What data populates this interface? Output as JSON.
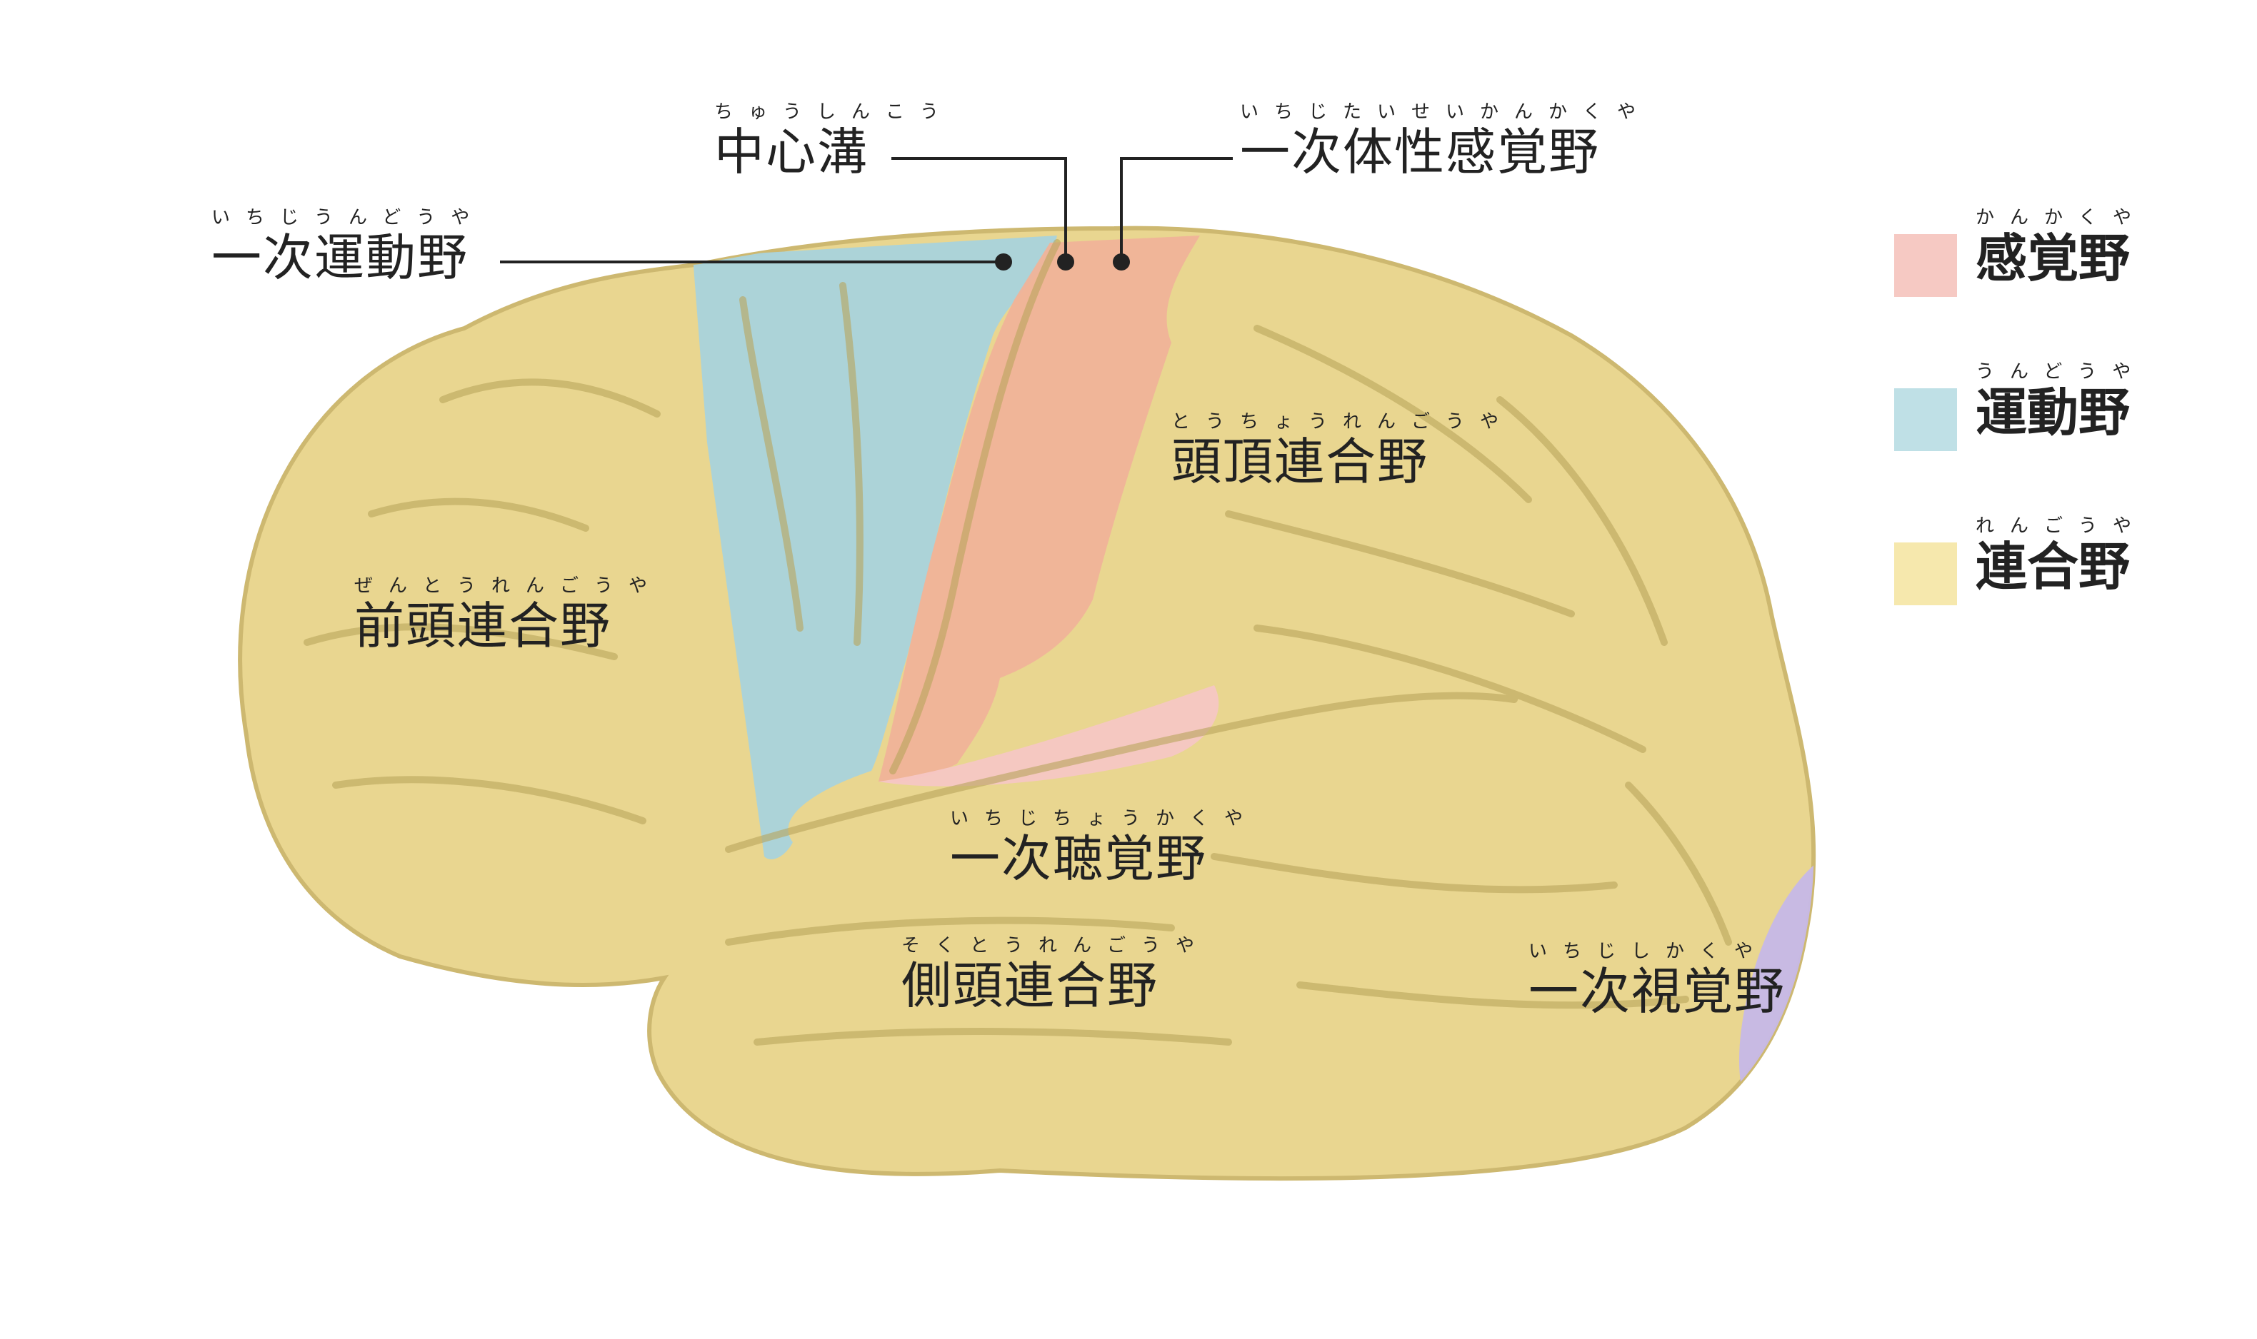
{
  "labels": {
    "central_sulcus": {
      "text": "中心溝",
      "ruby": "ちゅうしんこう"
    },
    "primary_somatosensory": {
      "text": "一次体性感覚野",
      "ruby": "いちじたいせいかんかくや"
    },
    "primary_motor": {
      "text": "一次運動野",
      "ruby": "いちじうんどうや"
    },
    "parietal_association": {
      "text": "頭頂連合野",
      "ruby": "とうちょうれんごうや"
    },
    "frontal_association": {
      "text": "前頭連合野",
      "ruby": "ぜんとうれんごうや"
    },
    "primary_auditory": {
      "text": "一次聴覚野",
      "ruby": "いちじちょうかくや"
    },
    "temporal_association": {
      "text": "側頭連合野",
      "ruby": "そくとうれんごうや"
    },
    "primary_visual": {
      "text": "一次視覚野",
      "ruby": "いちじしかくや"
    }
  },
  "legend": {
    "sensory": {
      "text": "感覚野",
      "ruby": "かんかくや",
      "color": "#f6c9c3"
    },
    "motor": {
      "text": "運動野",
      "ruby": "うんどうや",
      "color": "#bfe0e6"
    },
    "association": {
      "text": "連合野",
      "ruby": "れんごうや",
      "color": "#f6e8ad"
    }
  },
  "colors": {
    "association_area": "#e9d690",
    "motor_area": "#a9d3dc",
    "somatosensory_area": "#f0b399",
    "auditory_area": "#f5c7c4",
    "visual_area": "#c6b8e8",
    "sulcus_line": "#b9a55c",
    "leader_line": "#222222"
  }
}
